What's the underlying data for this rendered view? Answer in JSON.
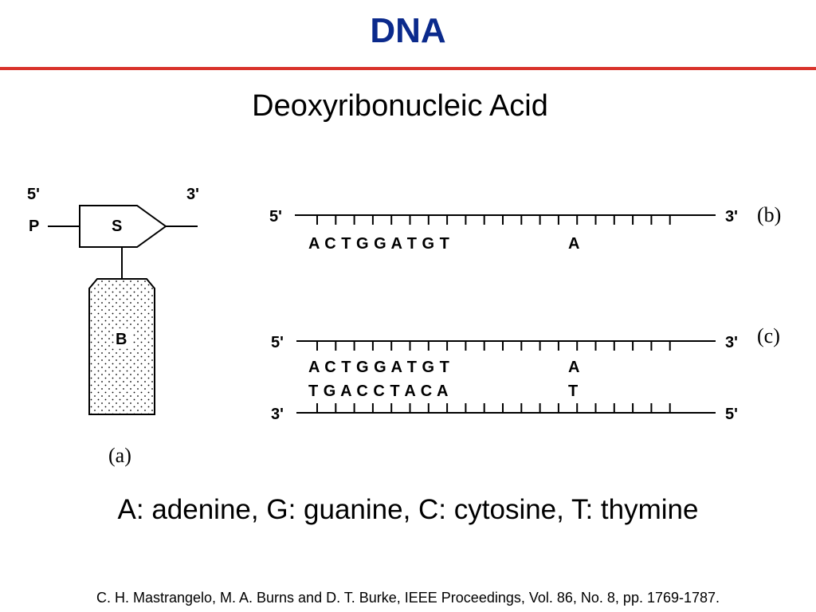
{
  "slide": {
    "title": "DNA",
    "subtitle": "Deoxyribonucleic Acid",
    "legend": "A: adenine, G: guanine, C: cytosine, T: thymine",
    "citation": "C. H. Mastrangelo, M. A. Burns and D. T. Burke, IEEE Proceedings, Vol. 86, No. 8, pp. 1769-1787.",
    "colors": {
      "title": "#0b2a8c",
      "rule": "#d9332b",
      "ink": "#000000"
    }
  },
  "figure_a": {
    "caption": "(a)",
    "label_5prime": "5'",
    "label_3prime": "3'",
    "phosphate": "P",
    "sugar": "S",
    "base": "B"
  },
  "figure_b": {
    "caption": "(b)",
    "top_left_end": "5'",
    "top_right_end": "3'",
    "top_bases": "A C T G G A T G T",
    "top_extra_base": "A"
  },
  "figure_c": {
    "caption": "(c)",
    "top_left_end": "5'",
    "top_right_end": "3'",
    "top_bases": "A C T G G A T G T",
    "top_extra_base": "A",
    "bottom_bases": "T G A C C T A C A",
    "bottom_extra_base": "T",
    "bottom_left_end": "3'",
    "bottom_right_end": "5'"
  }
}
